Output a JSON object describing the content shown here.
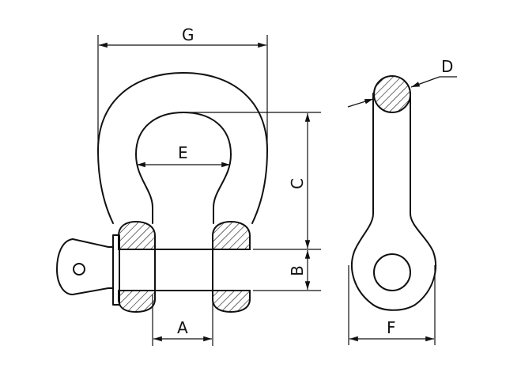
{
  "diagram": {
    "colors": {
      "line": "#111111",
      "background": "#ffffff"
    },
    "labels": {
      "g": "G",
      "e": "E",
      "c": "C",
      "b": "B",
      "a": "A",
      "d": "D",
      "f": "F"
    }
  }
}
